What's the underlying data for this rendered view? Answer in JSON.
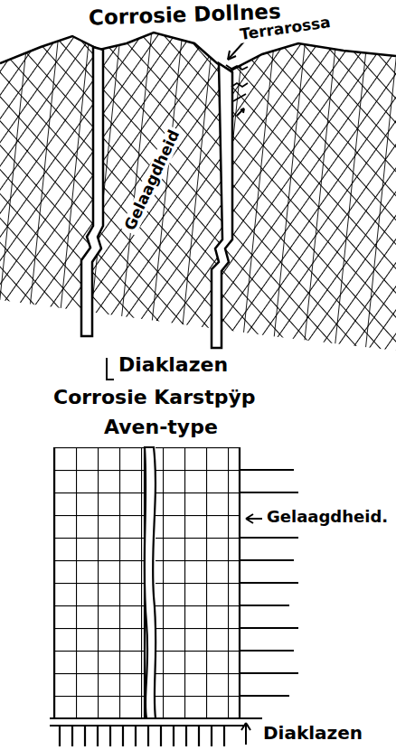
{
  "diagram": {
    "title": "Corrosie Dollnes",
    "labels": [
      "Terrarossa",
      "Gelaagdheid",
      "Diaklazen",
      "Corrosie Karstpÿp",
      "Aven-type",
      "Gelaagdheid.",
      "Diaklazen"
    ]
  }
}
